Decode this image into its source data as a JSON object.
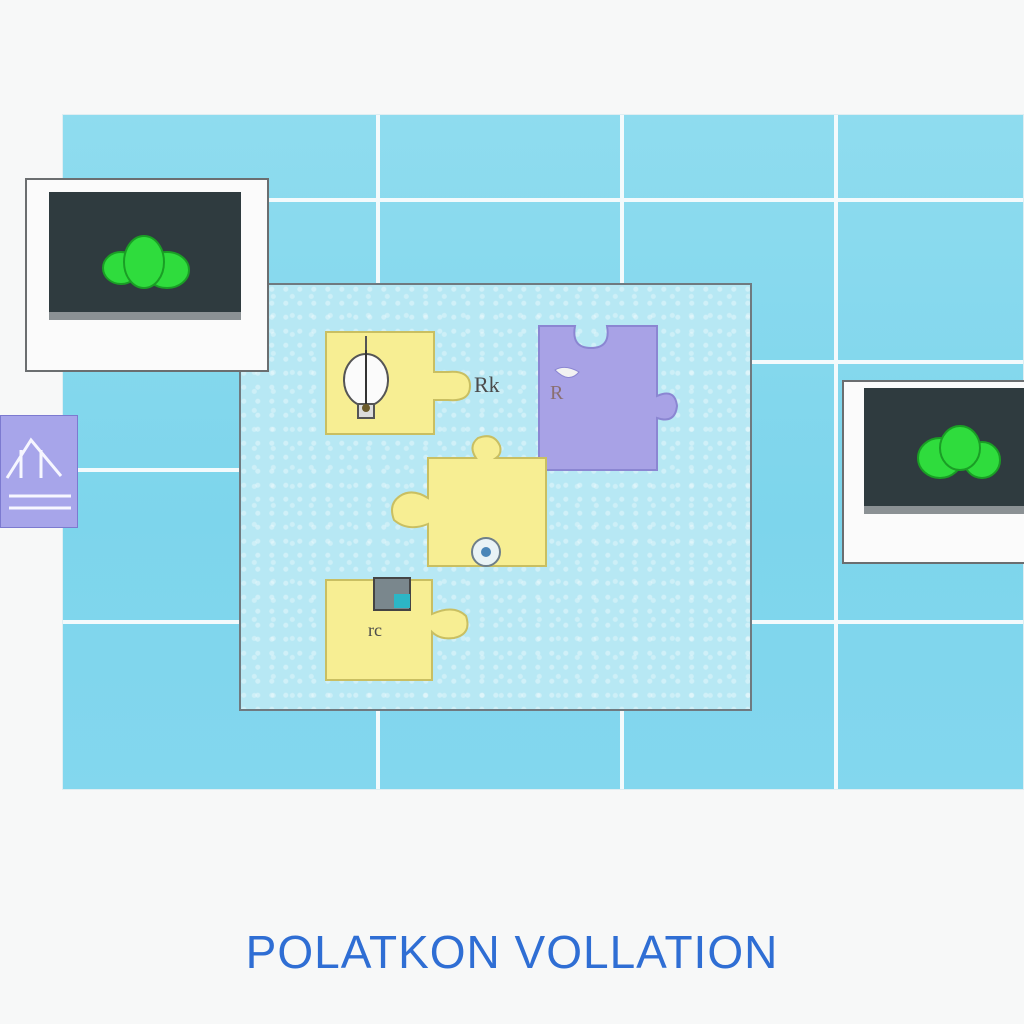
{
  "caption": "POLATKON VOLLATION",
  "pieces": {
    "top_right_label": "Rk",
    "purple_label": "R",
    "bottom_label": "rc"
  },
  "colors": {
    "board": "#7dd5ec",
    "play_area": "#b7e8f4",
    "yellow_piece": "#f7ee93",
    "purple_piece": "#a8a2e6",
    "screen": "#2f3b3f",
    "plant": "#2fdc3d",
    "caption": "#2f6ed4"
  },
  "icons": [
    "plant-icon",
    "lightbulb-icon",
    "gear-icon",
    "device-icon"
  ]
}
